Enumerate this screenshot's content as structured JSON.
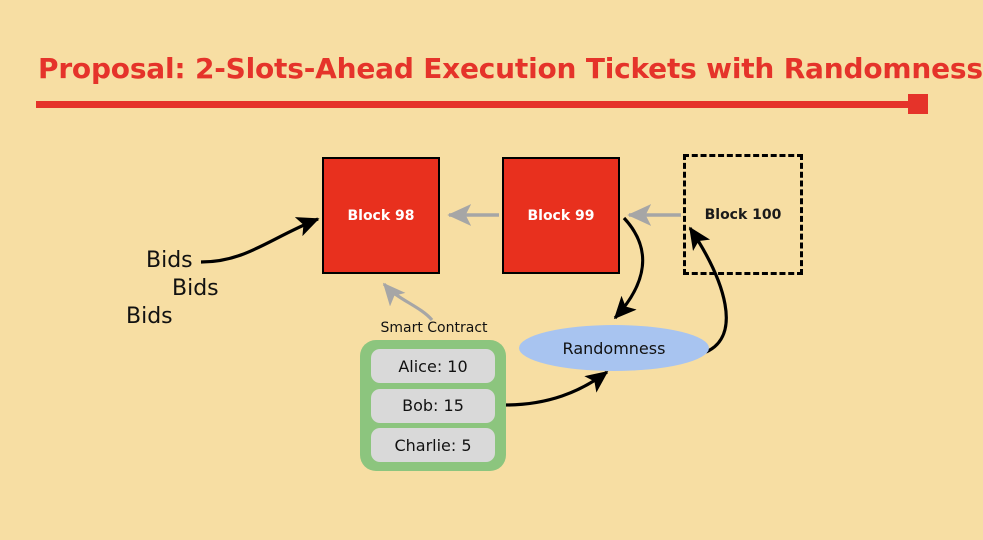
{
  "slide": {
    "background_color": "#f7dea3",
    "title": "Proposal: 2-Slots-Ahead Execution Tickets with Randomness",
    "title_color": "#e5332a",
    "accent_rule_color": "#e5332a"
  },
  "diagram": {
    "blocks": [
      {
        "label": "Block 98",
        "style": "filled",
        "fill": "#e8301e",
        "text_color": "#ffffff"
      },
      {
        "label": "Block 99",
        "style": "filled",
        "fill": "#e8301e",
        "text_color": "#ffffff"
      },
      {
        "label": "Block 100",
        "style": "dashed",
        "fill": "none",
        "text_color": "#1a1a1a"
      }
    ],
    "bids": [
      {
        "label": "Bids"
      },
      {
        "label": "Bids"
      },
      {
        "label": "Bids"
      }
    ],
    "smart_contract": {
      "title": "Smart Contract",
      "fill": "#8cc57e",
      "entries": [
        {
          "label": "Alice: 10"
        },
        {
          "label": "Bob: 15"
        },
        {
          "label": "Charlie: 5"
        }
      ]
    },
    "randomness": {
      "label": "Randomness",
      "fill": "#a8c4f0"
    },
    "arrows": [
      {
        "name": "bids-to-block-98",
        "color": "#000000"
      },
      {
        "name": "block-99-to-block-98",
        "color": "#a6a6a6"
      },
      {
        "name": "block-100-to-block-99",
        "color": "#a6a6a6"
      },
      {
        "name": "smart-contract-to-block-98",
        "color": "#a6a6a6"
      },
      {
        "name": "block-99-to-randomness",
        "color": "#000000"
      },
      {
        "name": "randomness-to-block-100",
        "color": "#000000"
      },
      {
        "name": "smart-contract-to-randomness",
        "color": "#000000"
      }
    ]
  }
}
